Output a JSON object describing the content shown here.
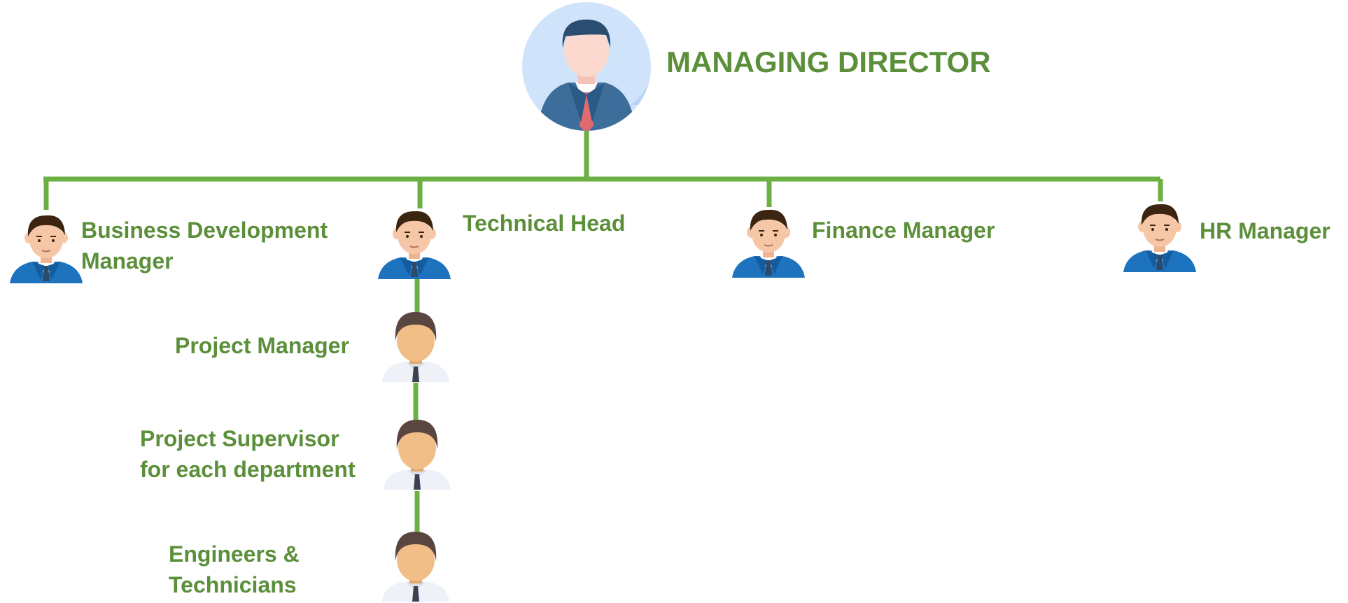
{
  "colors": {
    "accent_green": "#5B8F3A",
    "line_green": "#6AB043",
    "suit_blue": "#1E73BE",
    "suit_dark": "#2E5B8A",
    "skin": "#F6C7A7",
    "skin_staff": "#F0BE86",
    "hair_dark": "#3B2410",
    "hair_staff": "#5A4640",
    "director_bg": "#CFE3FB"
  },
  "nodes": {
    "director": {
      "label": "MANAGING DIRECTOR",
      "icon": "director-avatar-icon"
    },
    "bd_manager": {
      "label": "Business Development\nManager",
      "icon": "manager-avatar-icon"
    },
    "technical_head": {
      "label": "Technical Head",
      "icon": "manager-avatar-icon"
    },
    "finance_manager": {
      "label": "Finance Manager",
      "icon": "manager-avatar-icon"
    },
    "hr_manager": {
      "label": "HR Manager",
      "icon": "manager-avatar-icon"
    },
    "project_manager": {
      "label": "Project Manager",
      "icon": "staff-avatar-icon"
    },
    "project_supervisor": {
      "label": "Project Supervisor\nfor each department",
      "icon": "staff-avatar-icon"
    },
    "engineers": {
      "label": "Engineers &\nTechnicians",
      "icon": "staff-avatar-icon"
    }
  }
}
